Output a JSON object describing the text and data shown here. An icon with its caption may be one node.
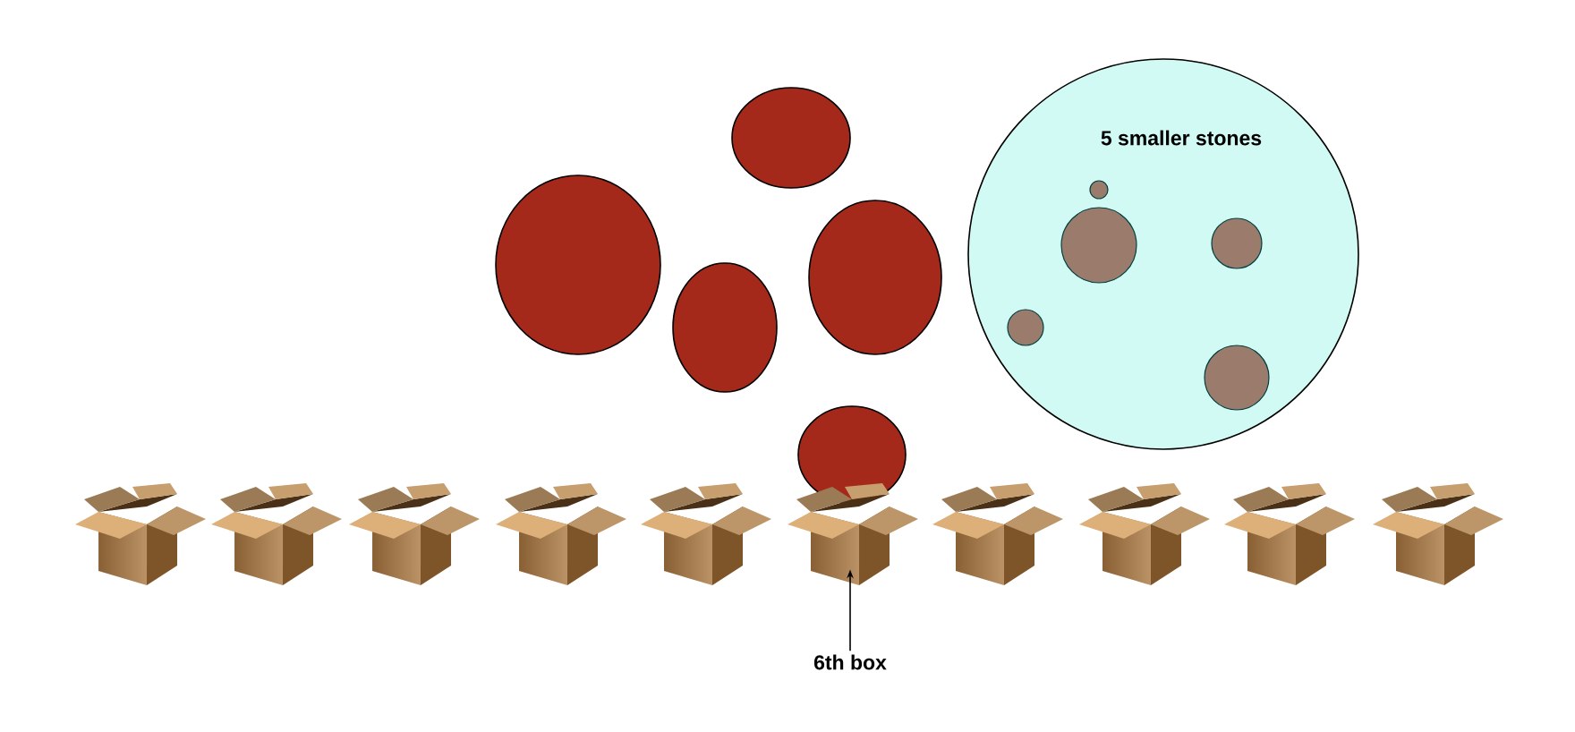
{
  "diagram": {
    "nodes": [
      {
        "text": [
          "5 smaller stones"
        ]
      },
      {
        "text": [],
        "shape": "picture"
      },
      {
        "text": [],
        "shape": "picture"
      },
      {
        "text": [],
        "shape": "picture"
      },
      {
        "text": [],
        "shape": "picture"
      },
      {
        "text": [],
        "shape": "picture"
      },
      {
        "text": [],
        "shape": "picture"
      },
      {
        "text": [],
        "shape": "picture"
      },
      {
        "text": [],
        "shape": "picture"
      },
      {
        "text": [],
        "shape": "picture"
      },
      {
        "text": [],
        "shape": "picture"
      },
      {
        "text": [
          "6th box"
        ]
      }
    ],
    "edges": [
      {
        "from": 11,
        "to": 6,
        "arrow": "to"
      }
    ]
  }
}
